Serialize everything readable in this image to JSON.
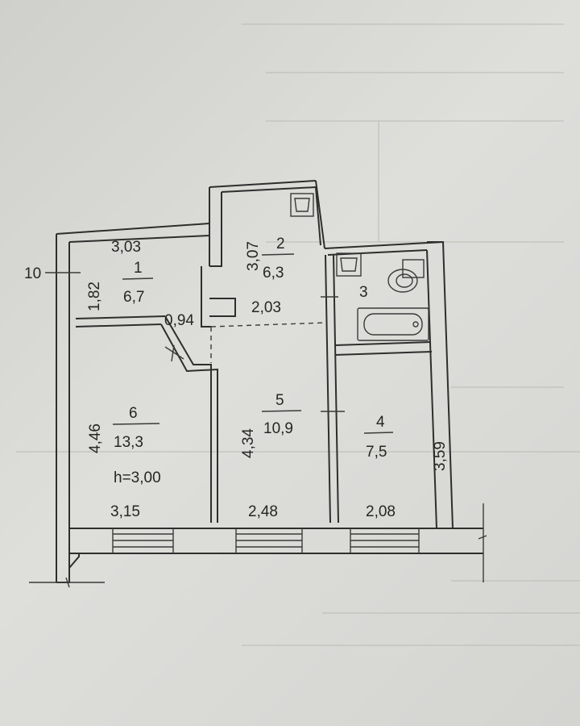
{
  "rooms": [
    {
      "id": "1",
      "number": "1",
      "area": "6,7"
    },
    {
      "id": "2",
      "number": "2",
      "area": "6,3"
    },
    {
      "id": "3",
      "number": "3"
    },
    {
      "id": "4",
      "number": "4",
      "area": "7,5"
    },
    {
      "id": "5",
      "number": "5",
      "area": "10,9"
    },
    {
      "id": "6",
      "number": "6",
      "area": "13,3"
    }
  ],
  "dimensions": {
    "room1_width": "3,03",
    "room1_depth": "1,82",
    "room2_depth": "3,07",
    "door_width": "0,94",
    "hall_width": "2,03",
    "room6_depth": "4,46",
    "room5_depth": "4,34",
    "room4_depth": "3,59",
    "room6_width": "3,15",
    "room5_width": "2,48",
    "room4_width": "2,08"
  },
  "ceiling_height": "h=3,00",
  "marker_10": "10"
}
